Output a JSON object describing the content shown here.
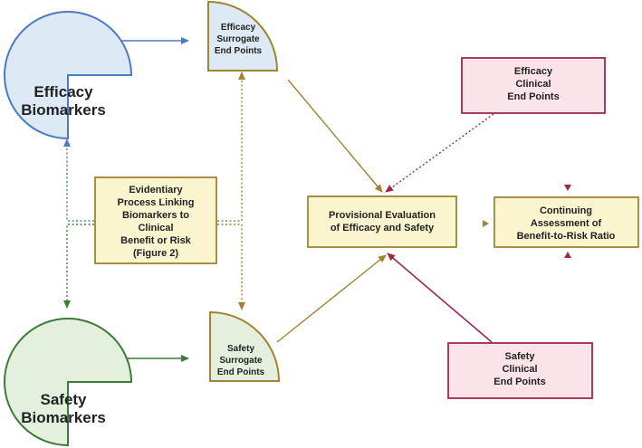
{
  "nodes": {
    "efficacy_biomarkers": [
      "Efficacy",
      "Biomarkers"
    ],
    "safety_biomarkers": [
      "Safety",
      "Biomarkers"
    ],
    "efficacy_surrogate": [
      "Efficacy",
      "Surrogate",
      "End Points"
    ],
    "safety_surrogate": [
      "Safety",
      "Surrogate",
      "End Points"
    ],
    "evidentiary_process": [
      "Evidentiary",
      "Process Linking",
      "Biomarkers to",
      "Clinical",
      "Benefit or Risk",
      "(Figure 2)"
    ],
    "provisional_evaluation": [
      "Provisional Evaluation",
      "of Efficacy and Safety"
    ],
    "continuing_assessment": [
      "Continuing",
      "Assessment of",
      "Benefit-to-Risk Ratio"
    ],
    "efficacy_clinical": [
      "Efficacy",
      "Clinical",
      "End Points"
    ],
    "safety_clinical": [
      "Safety",
      "Clinical",
      "End Points"
    ]
  },
  "colors": {
    "efficacy_blue": "#4a7cc0",
    "efficacy_fill": "#dde9f5",
    "safety_green": "#3e7a3a",
    "safety_fill": "#e3f0de",
    "gold": "#a08431",
    "box_fill": "#faf5cf",
    "crimson": "#9b2a4a",
    "clinical_fill": "#fbe3ea"
  }
}
